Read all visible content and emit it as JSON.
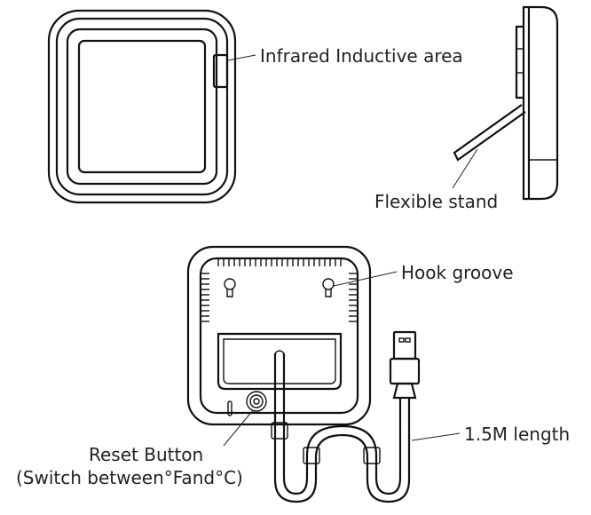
{
  "labels": {
    "infrared": "Infrared Inductive area",
    "stand": "Flexible stand",
    "hook": "Hook groove",
    "reset_line1": "Reset Button",
    "reset_line2": "(Switch between°Fand°C)",
    "length": "1.5M length"
  },
  "colors": {
    "line": "#111111",
    "background": "#ffffff"
  }
}
